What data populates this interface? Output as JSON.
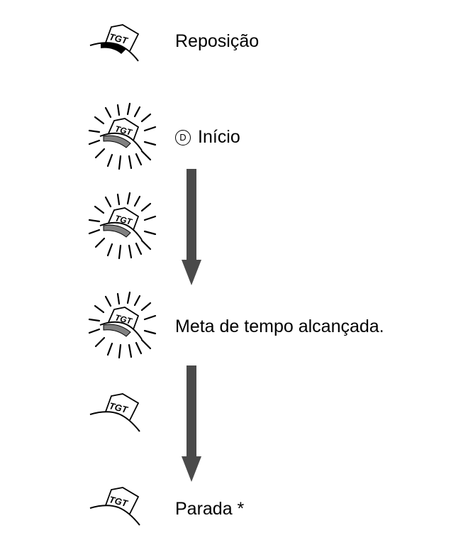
{
  "icon_text": "TGT",
  "colors": {
    "band_reset": "#000000",
    "band_active": "#808080",
    "arrow": "#4a4a4a",
    "ink": "#000000"
  },
  "steps": [
    {
      "icon": "tgt-reset-icon",
      "label": "Reposição"
    },
    {
      "icon": "tgt-flashing-icon",
      "badge": "D",
      "label": "Início"
    },
    {
      "icon": "tgt-flashing-icon",
      "label": ""
    },
    {
      "icon": "tgt-flashing-icon",
      "label": "Meta de tempo alcançada."
    },
    {
      "icon": "tgt-off-icon",
      "label": ""
    },
    {
      "icon": "tgt-off-icon",
      "label": "Parada *"
    }
  ]
}
